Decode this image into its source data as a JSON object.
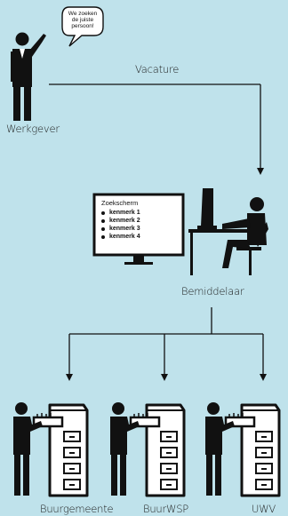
{
  "speech_bubble": {
    "lines": [
      "We zoeken",
      "de juiste",
      "persoon!"
    ]
  },
  "nodes": {
    "employer": {
      "label": "Werkgever"
    },
    "intermediary": {
      "label": "Bemiddelaar"
    },
    "targets": [
      {
        "label": "Buurgemeente"
      },
      {
        "label": "BuurWSP"
      },
      {
        "label": "UWV"
      }
    ]
  },
  "edges": {
    "vacancy": {
      "label": "Vacature"
    }
  },
  "screen": {
    "title": "Zoekscherm",
    "items": [
      "kenmerk 1",
      "kenmerk 2",
      "kenmerk 3",
      "kenmerk 4"
    ]
  },
  "colors": {
    "background": "#bfe2eb",
    "ink": "#111111",
    "paper": "#ffffff"
  }
}
